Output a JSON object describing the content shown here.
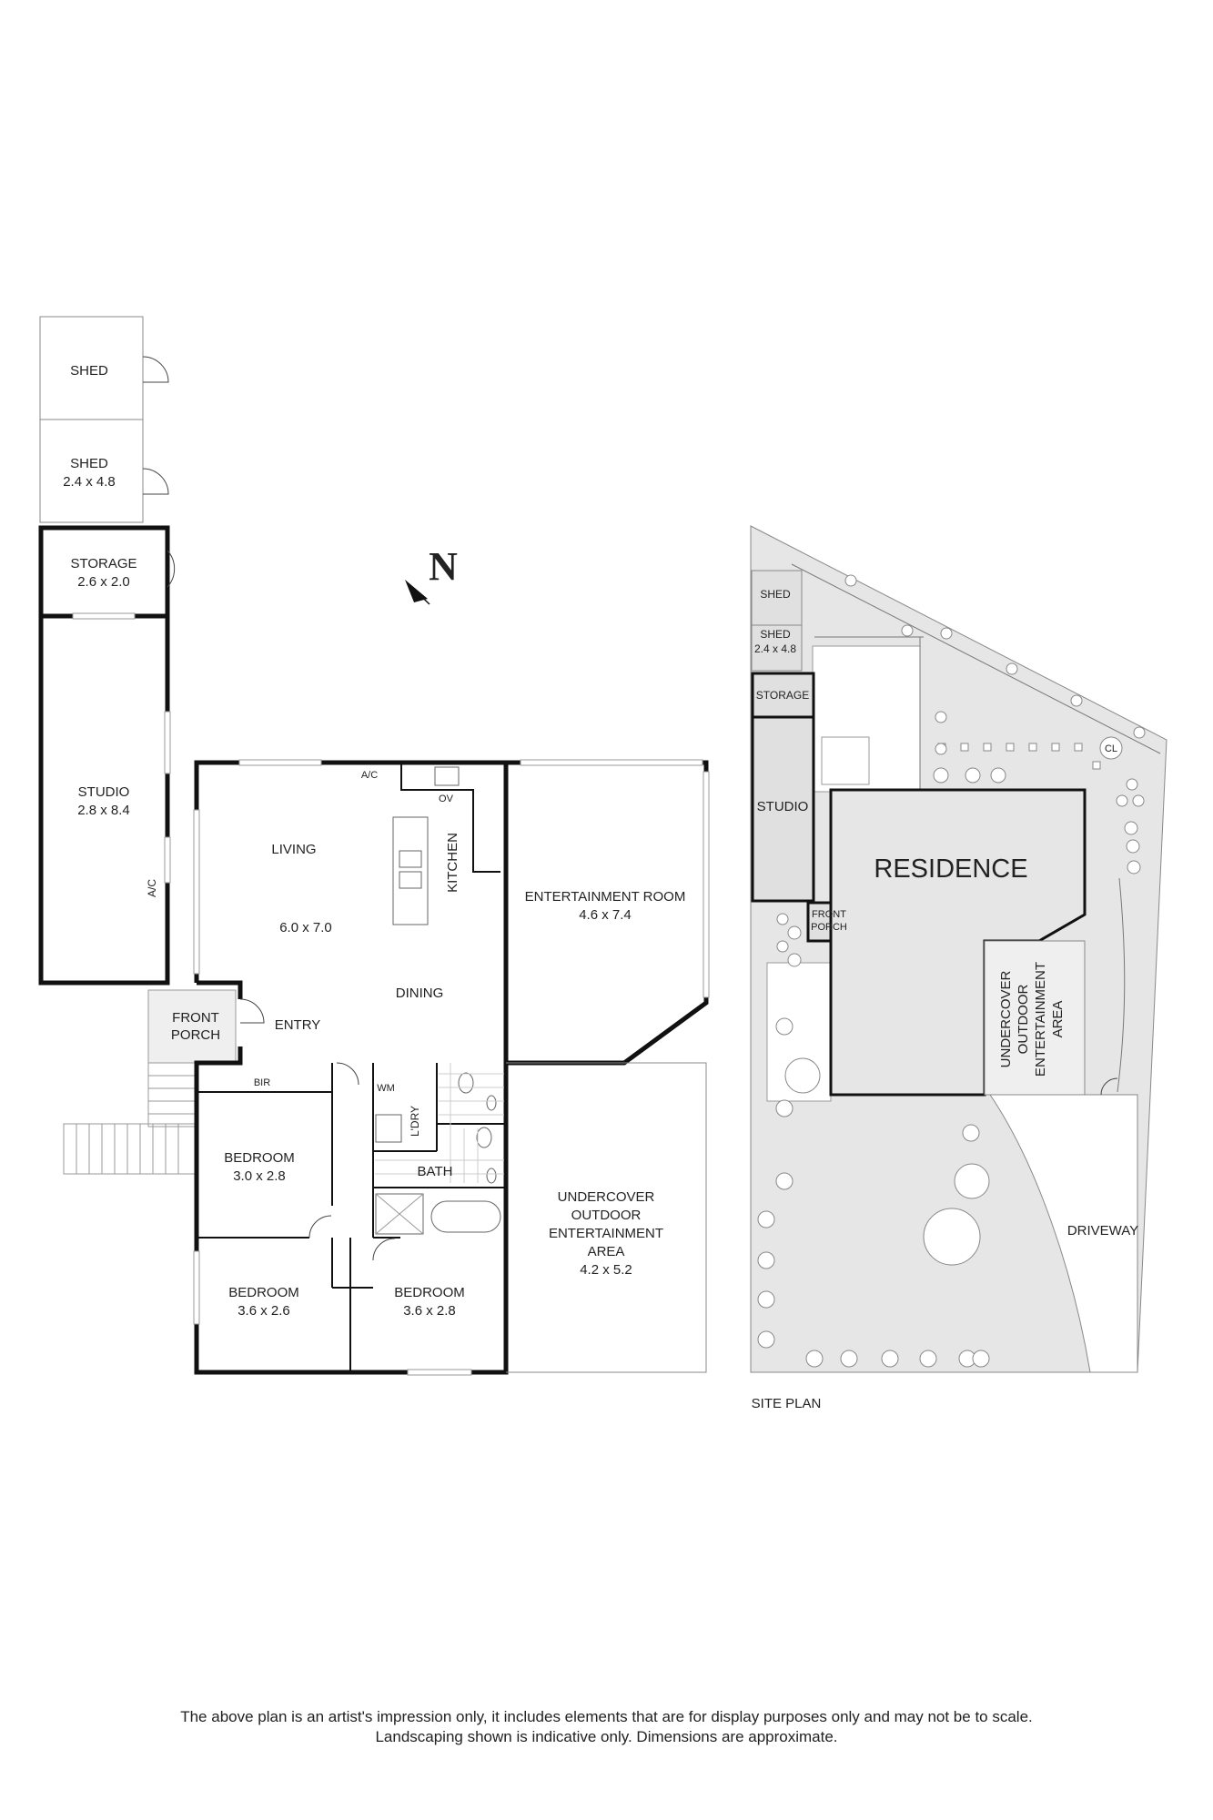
{
  "compass": {
    "label": "N"
  },
  "floor_plan": {
    "shed_top": {
      "name": "SHED"
    },
    "shed_bottom": {
      "name": "SHED",
      "size": "2.4 x 4.8"
    },
    "storage": {
      "name": "STORAGE",
      "size": "2.6 x 2.0"
    },
    "studio": {
      "name": "STUDIO",
      "size": "2.8 x 8.4",
      "ac": "A/C"
    },
    "front_porch": {
      "line1": "FRONT",
      "line2": "PORCH"
    },
    "entry": "ENTRY",
    "living": {
      "name": "LIVING",
      "size": "6.0 x 7.0",
      "ac": "A/C"
    },
    "kitchen": {
      "name": "KITCHEN",
      "oven": "OV"
    },
    "dining": "DINING",
    "entertainment_room": {
      "name": "ENTERTAINMENT ROOM",
      "size": "4.6 x 7.4"
    },
    "bir": "BIR",
    "bedroom_1": {
      "name": "BEDROOM",
      "size": "3.0 x 2.8"
    },
    "bedroom_2": {
      "name": "BEDROOM",
      "size": "3.6 x 2.6"
    },
    "bedroom_3": {
      "name": "BEDROOM",
      "size": "3.6 x 2.8"
    },
    "wm": "WM",
    "laundry": "L'DRY",
    "bath": "BATH",
    "outdoor_area": {
      "line1": "UNDERCOVER",
      "line2": "OUTDOOR",
      "line3": "ENTERTAINMENT",
      "line4": "AREA",
      "size": "4.2 x 5.2"
    }
  },
  "site_plan": {
    "caption": "SITE PLAN",
    "shed_top": "SHED",
    "shed_bottom": {
      "name": "SHED",
      "size": "2.4 x 4.8"
    },
    "storage": "STORAGE",
    "studio": "STUDIO",
    "front_porch": {
      "line1": "FRONT",
      "line2": "PORCH"
    },
    "residence": "RESIDENCE",
    "outdoor_area": {
      "line1": "UNDERCOVER",
      "line2": "OUTDOOR",
      "line3": "ENTERTAINMENT",
      "line4": "AREA"
    },
    "driveway": "DRIVEWAY",
    "clothesline": "CL"
  },
  "disclaimer": {
    "line1": "The above plan is an artist's impression only, it includes elements that are for display purposes only and may not be to scale.",
    "line2": "Landscaping shown is indicative only. Dimensions are approximate."
  }
}
